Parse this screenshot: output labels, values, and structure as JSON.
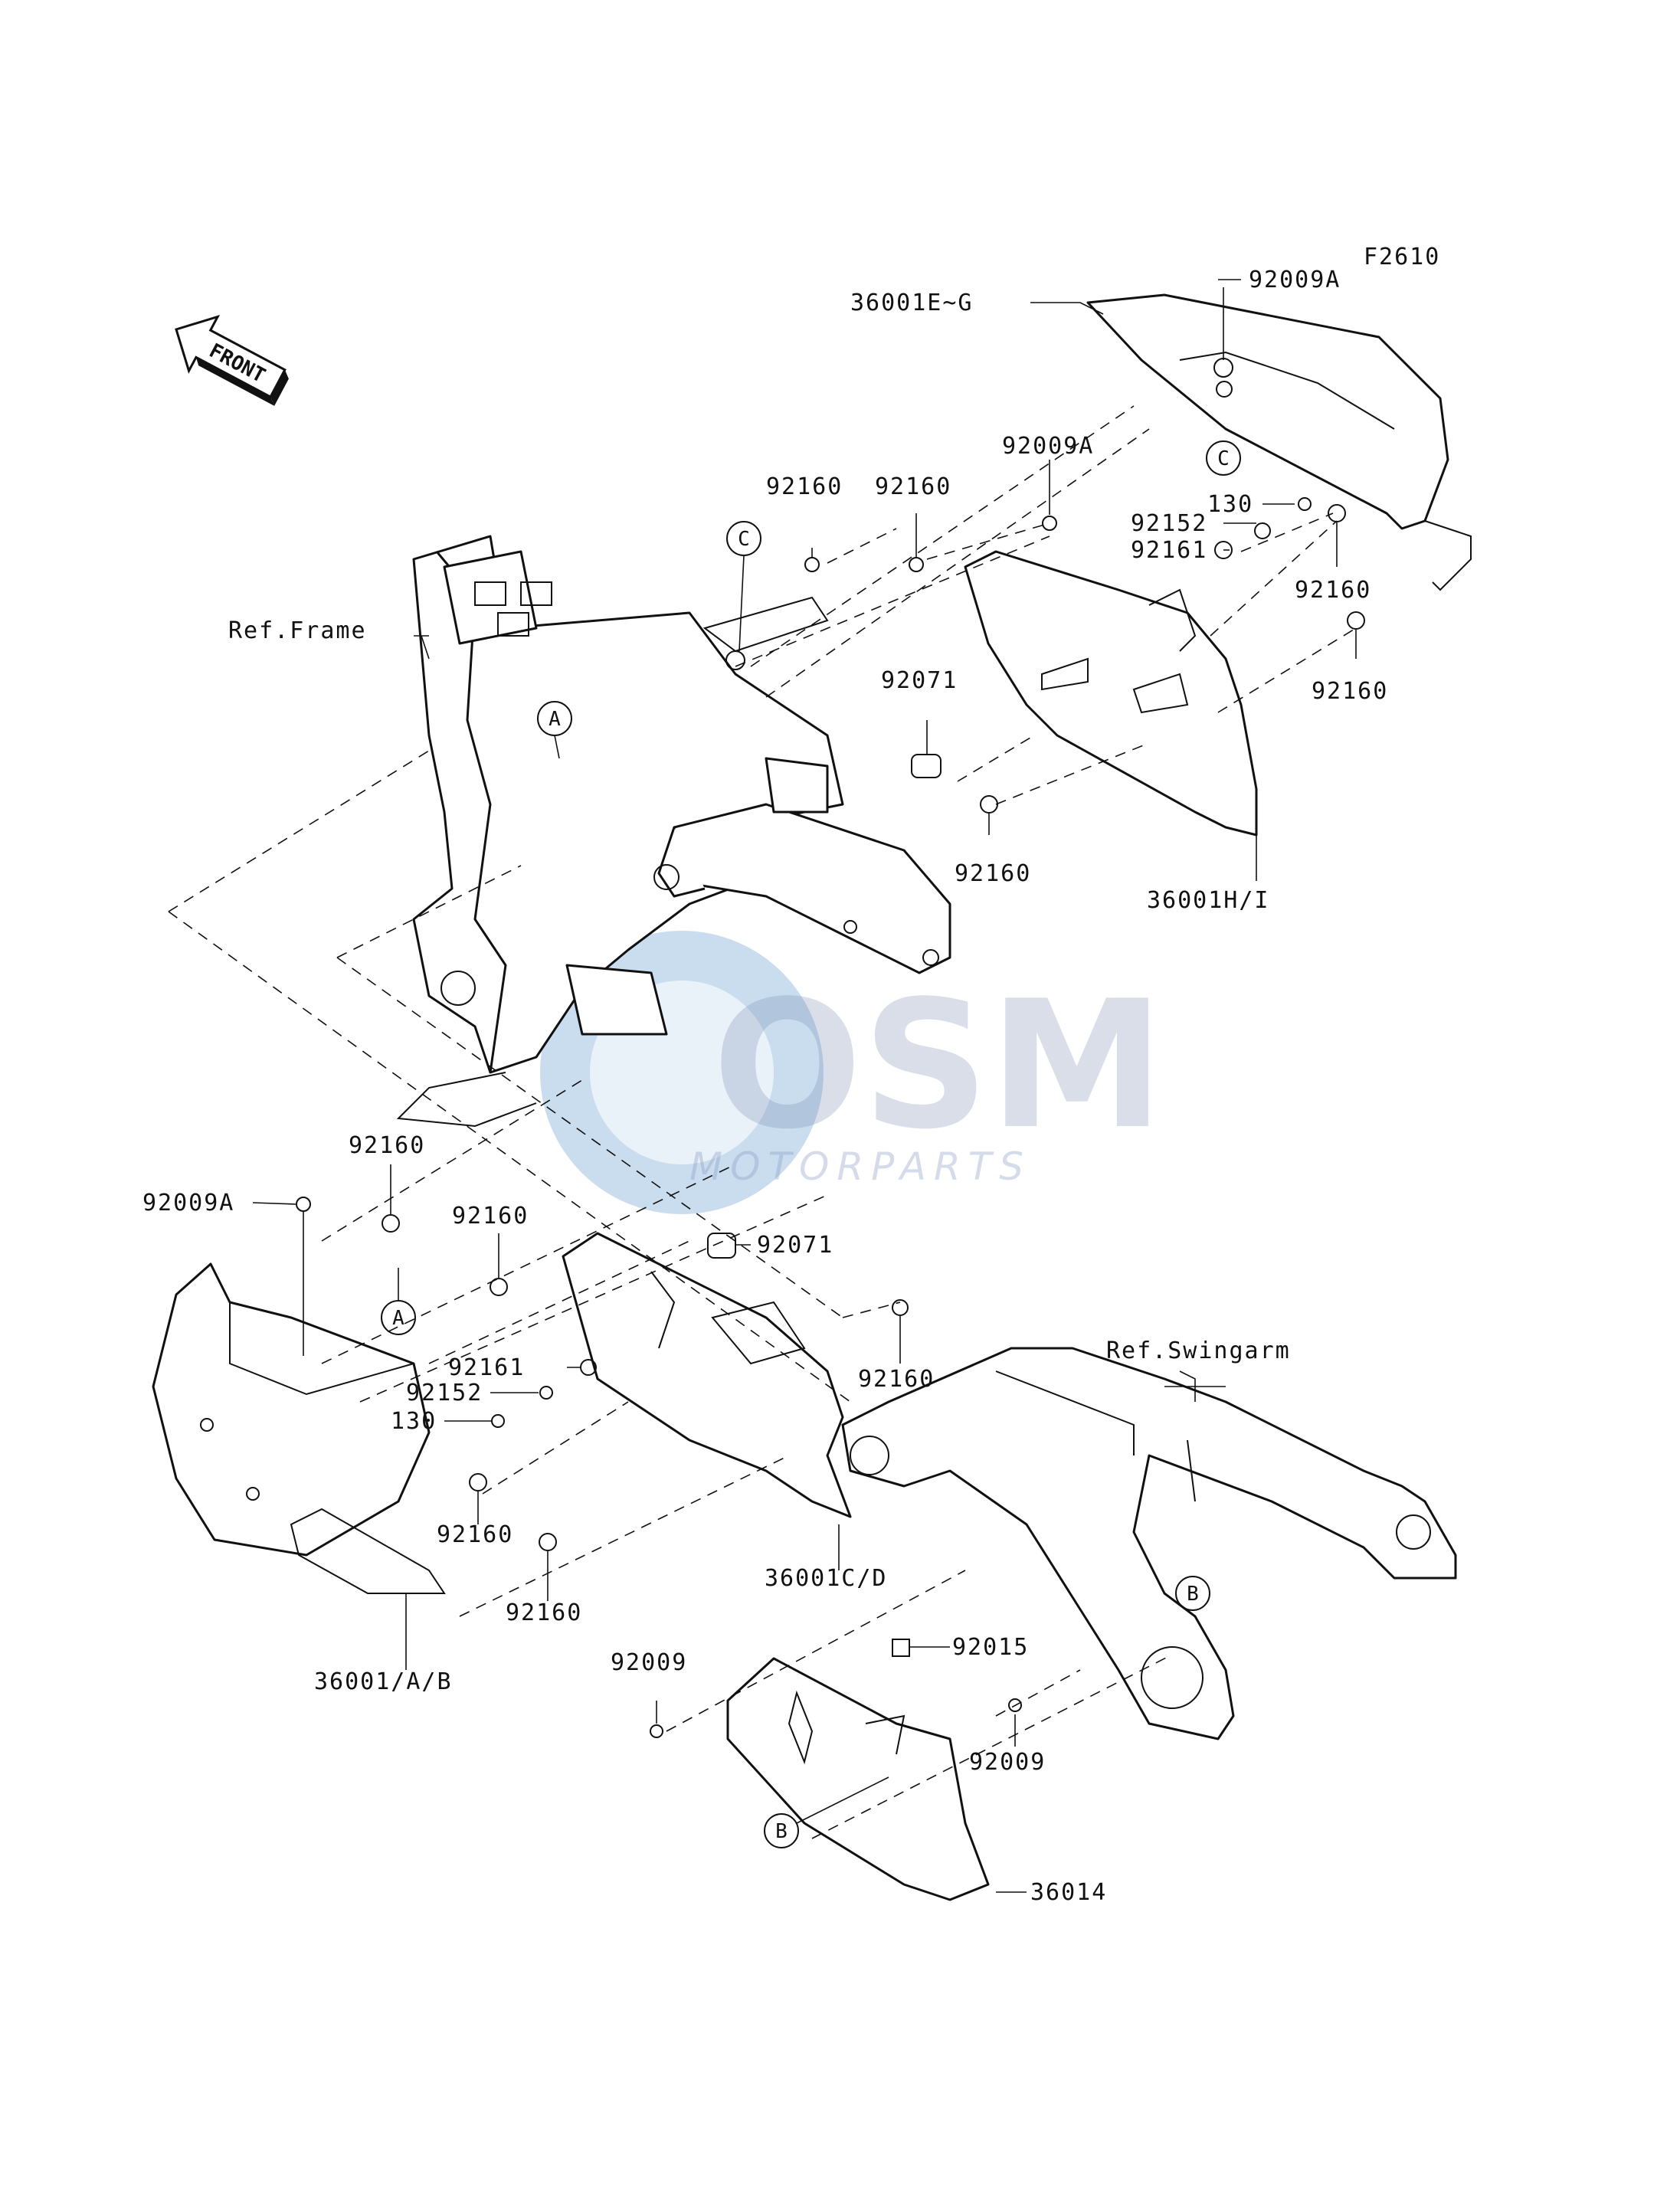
{
  "diagram_code": "F2610",
  "front_arrow_label": "FRONT",
  "watermark": {
    "brand": "OSM",
    "sub": "MOTORPARTS"
  },
  "refs": {
    "frame": "Ref.Frame",
    "swingarm": "Ref.Swingarm"
  },
  "callout_letters": {
    "a": "A",
    "b": "B",
    "c": "C"
  },
  "labels": {
    "top_cover": "36001E~G",
    "top_screw": "92009A",
    "upper_92160_1": "92160",
    "upper_92160_2": "92160",
    "upper_92009A": "92009A",
    "upper_130": "130",
    "upper_92152": "92152",
    "upper_92161": "92161",
    "upper_92160_right1": "92160",
    "upper_92160_right2": "92160",
    "upper_92071": "92071",
    "upper_92160_low": "92160",
    "side_panel_upper": "36001H/I",
    "lower_92160_a": "92160",
    "lower_92009A": "92009A",
    "lower_92160_b": "92160",
    "lower_92071": "92071",
    "lower_92161": "92161",
    "lower_92152": "92152",
    "lower_130": "130",
    "lower_92160_c": "92160",
    "lower_92160_d": "92160",
    "lower_92160_e": "92160",
    "side_panel_mid": "36001C/D",
    "side_panel_left": "36001/A/B",
    "chain_92009_left": "92009",
    "chain_92015": "92015",
    "chain_92009_right": "92009",
    "chain_guard": "36014"
  }
}
